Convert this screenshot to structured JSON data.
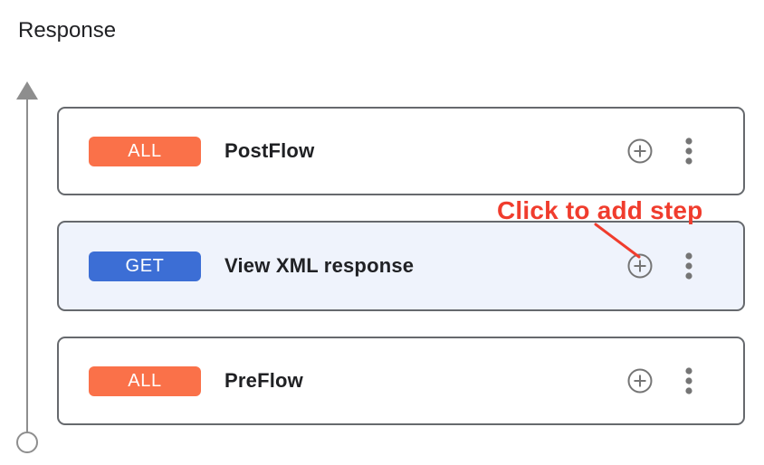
{
  "header": {
    "title": "Response"
  },
  "flow": {
    "cards": [
      {
        "method": "ALL",
        "name": "PostFlow",
        "selected": false
      },
      {
        "method": "GET",
        "name": "View XML response",
        "selected": true
      },
      {
        "method": "ALL",
        "name": "PreFlow",
        "selected": false
      }
    ]
  },
  "annotation": {
    "label": "Click to add step"
  },
  "icons": {
    "add_step": "plus-circle-icon",
    "more_options": "more-vert-icon",
    "flow_direction": "arrow-up-icon",
    "flow_start": "circle-outline-icon"
  },
  "colors": {
    "badge_all": "#FA7149",
    "badge_get": "#3C6ED5",
    "card_border": "#66696D",
    "card_selected_bg": "#EFF3FC",
    "icon_gray": "#757575",
    "annotation_red": "#F03C2D",
    "text_dark": "#202124",
    "arrow_gray": "#8E8E8E"
  }
}
